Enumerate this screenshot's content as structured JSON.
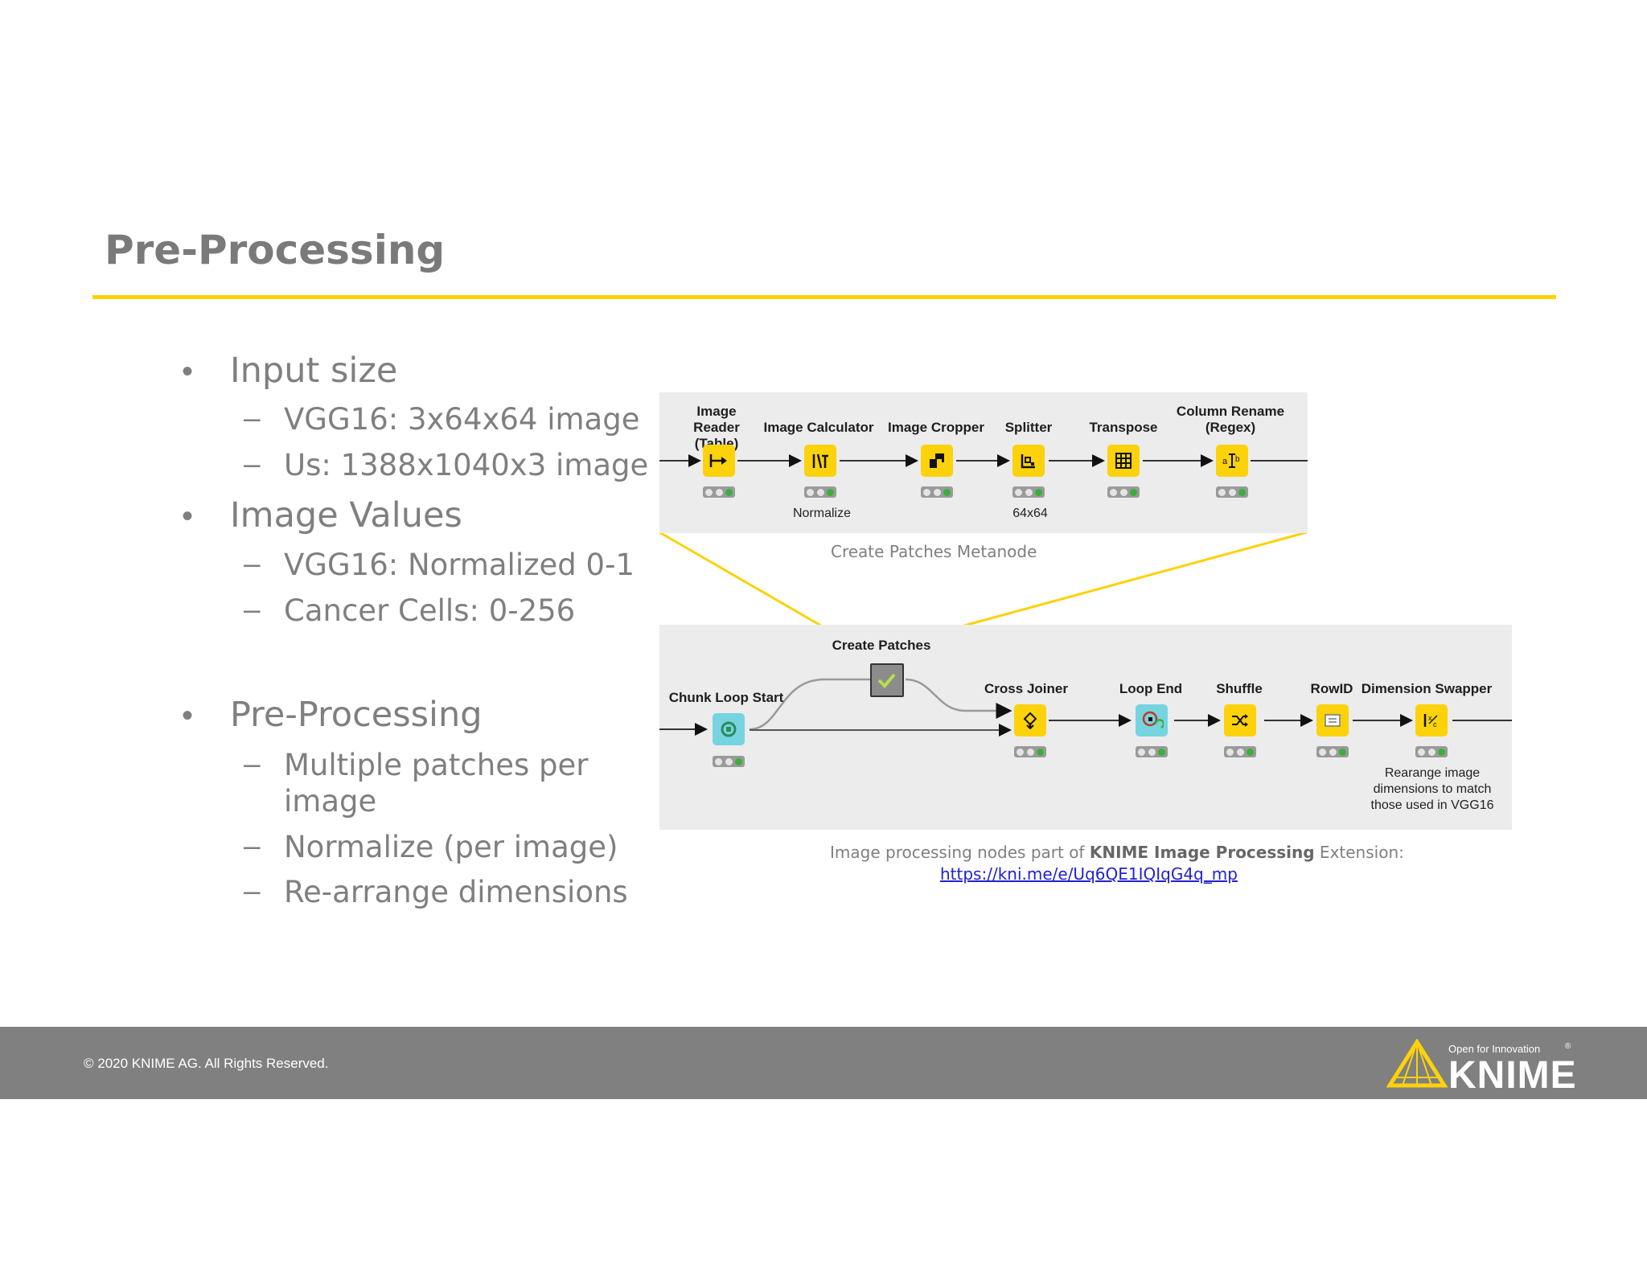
{
  "slide": {
    "title": "Pre-Processing",
    "bullets": [
      {
        "text": "Input size",
        "subs": [
          "VGG16: 3x64x64 image",
          "Us: 1388x1040x3 image"
        ]
      },
      {
        "text": "Image Values",
        "subs": [
          "VGG16: Normalized 0-1",
          "Cancer Cells: 0-256"
        ]
      },
      {
        "text": "Pre-Processing",
        "subs": [
          "Multiple patches per image",
          "Normalize (per image)",
          "Re-arrange dimensions"
        ]
      }
    ]
  },
  "metanode_panel": {
    "caption": "Create Patches Metanode",
    "nodes": [
      {
        "label": "Image Reader (Table)",
        "note": "",
        "icon": "image-reader-icon"
      },
      {
        "label": "Image Calculator",
        "note": "Normalize",
        "icon": "image-calculator-icon"
      },
      {
        "label": "Image Cropper",
        "note": "",
        "icon": "image-cropper-icon"
      },
      {
        "label": "Splitter",
        "note": "64x64",
        "icon": "splitter-icon"
      },
      {
        "label": "Transpose",
        "note": "",
        "icon": "transpose-icon"
      },
      {
        "label": "Column Rename (Regex)",
        "note": "",
        "icon": "column-rename-icon"
      }
    ]
  },
  "workflow_panel": {
    "nodes": [
      {
        "label": "Chunk Loop Start",
        "note": "",
        "icon": "chunk-loop-start-icon",
        "color": "#76d4e0"
      },
      {
        "label": "Create Patches",
        "note": "",
        "icon": "metanode-icon",
        "color": "#8c8c8c"
      },
      {
        "label": "Cross Joiner",
        "note": "",
        "icon": "cross-joiner-icon",
        "color": "#fcd20a"
      },
      {
        "label": "Loop End",
        "note": "",
        "icon": "loop-end-icon",
        "color": "#76d4e0"
      },
      {
        "label": "Shuffle",
        "note": "",
        "icon": "shuffle-icon",
        "color": "#fcd20a"
      },
      {
        "label": "RowID",
        "note": "",
        "icon": "rowid-icon",
        "color": "#fcd20a"
      },
      {
        "label": "Dimension Swapper",
        "note": "Rearange image dimensions to match those used in VGG16",
        "icon": "dimension-swapper-icon",
        "color": "#fcd20a"
      }
    ]
  },
  "extension_note": {
    "prefix": "Image processing nodes part of ",
    "bold": "KNIME Image Processing",
    "suffix": " Extension:",
    "link": "https://kni.me/e/Uq6QE1IQIqG4q_mp"
  },
  "footer": {
    "copyright": "© 2020 KNIME AG. All Rights Reserved.",
    "logo_tagline": "Open for Innovation",
    "logo_wordmark": "KNIME"
  },
  "colors": {
    "accent": "#fcd20a",
    "footer": "#808080",
    "text": "#7f7f7f"
  }
}
